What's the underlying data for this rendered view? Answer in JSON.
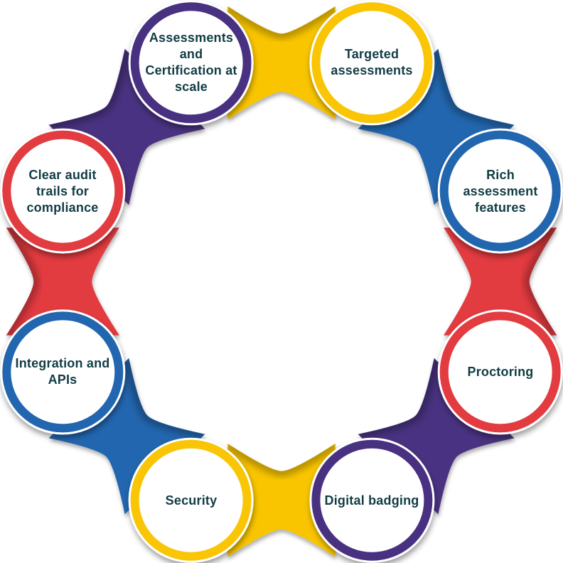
{
  "diagram": {
    "type": "circular-chain-infographic",
    "background": "#FFFFFF",
    "text_color": "#113C44",
    "nodes": [
      {
        "id": "assessments-certification",
        "label": "Assessments\nand\nCertification at\nscale",
        "color": "#483181"
      },
      {
        "id": "targeted-assessments",
        "label": "Targeted\nassessments",
        "color": "#F9C505"
      },
      {
        "id": "rich-assessment-features",
        "label": "Rich\nassessment\nfeatures",
        "color": "#2166AF"
      },
      {
        "id": "proctoring",
        "label": "Proctoring",
        "color": "#E23B40"
      },
      {
        "id": "digital-badging",
        "label": "Digital badging",
        "color": "#483181"
      },
      {
        "id": "security",
        "label": "Security",
        "color": "#F9C505"
      },
      {
        "id": "integration-apis",
        "label": "Integration and\nAPIs",
        "color": "#2166AF"
      },
      {
        "id": "clear-audit-trails",
        "label": "Clear audit\ntrails for\ncompliance",
        "color": "#E23B40"
      }
    ],
    "link_rule": "each connector takes the color of the next node clockwise"
  }
}
